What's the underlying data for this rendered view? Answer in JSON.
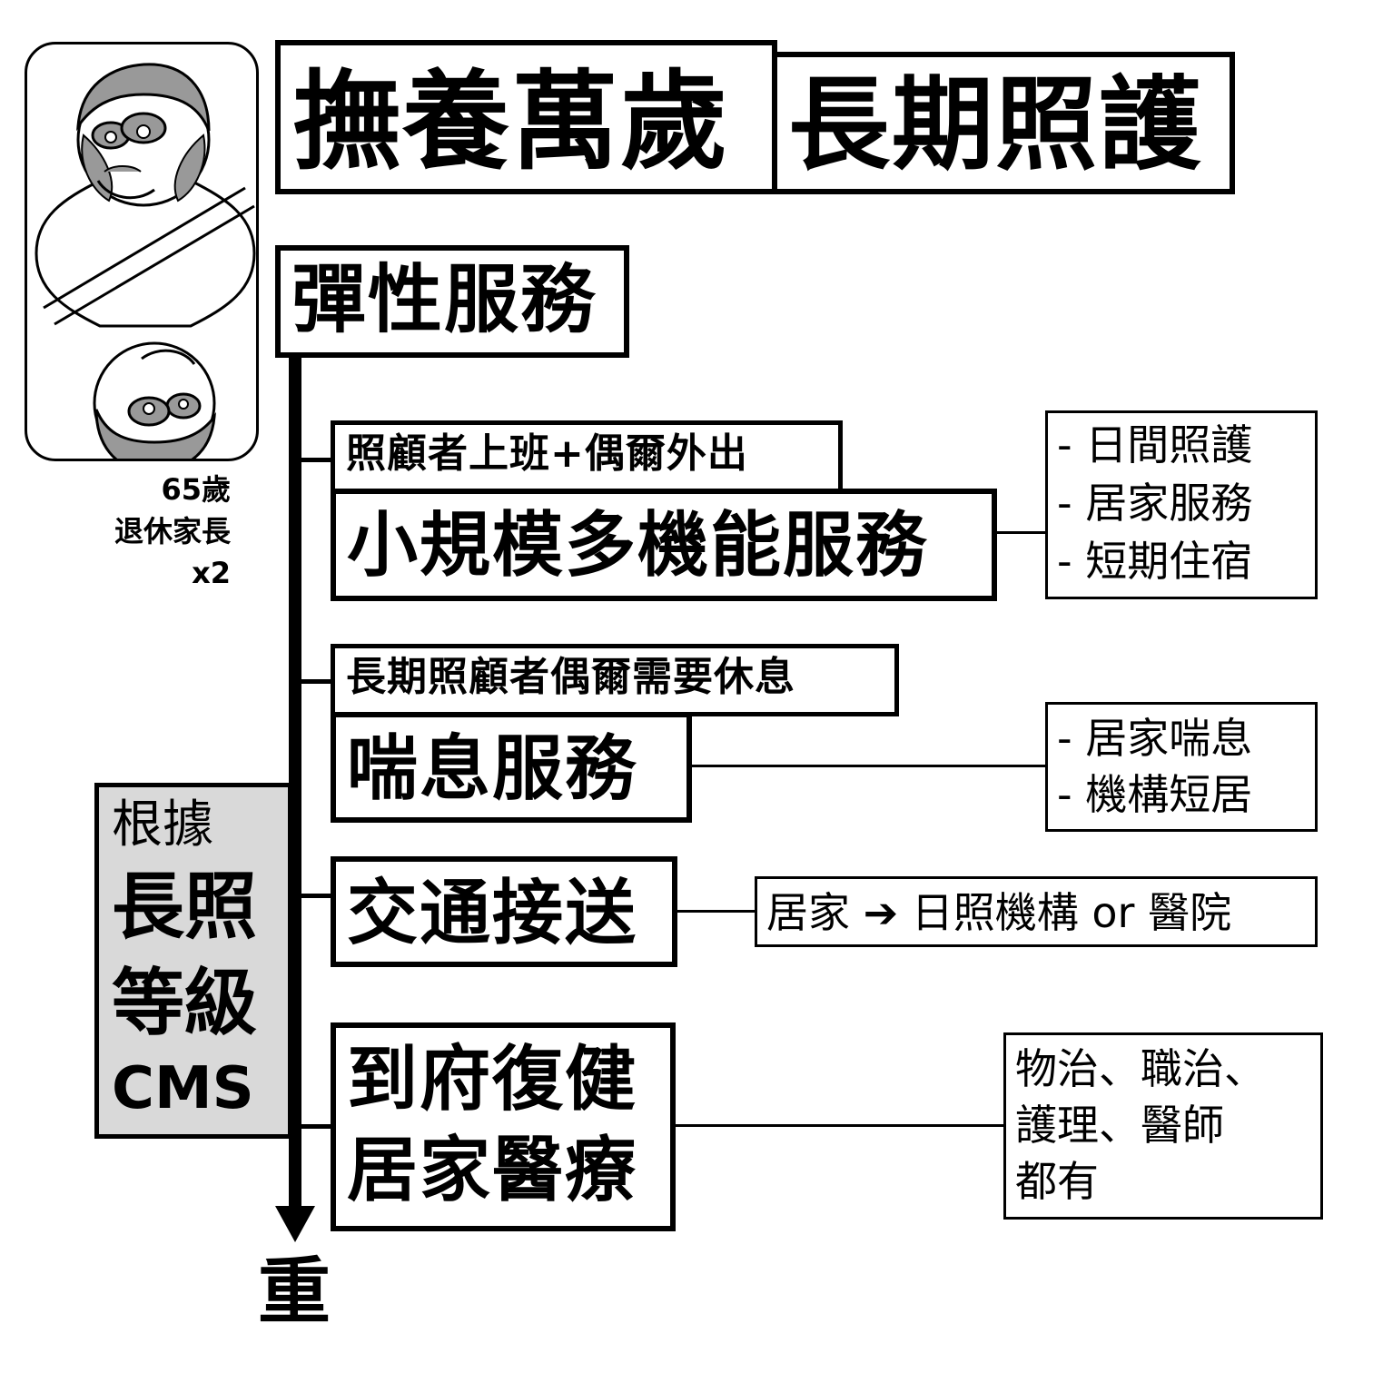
{
  "title": {
    "left": "撫養萬歲",
    "right": "長期照護"
  },
  "character": {
    "age": "65歲",
    "role": "退休家長",
    "count": "x2"
  },
  "flexible_services": "彈性服務",
  "axis_end_label": "重",
  "grading": {
    "basis": "根據",
    "line1": "長照",
    "line2": "等級",
    "line3": "CMS"
  },
  "services": [
    {
      "condition": "照顧者上班+偶爾外出",
      "name": "小規模多機能服務",
      "details": [
        "- 日間照護",
        "- 居家服務",
        "- 短期住宿"
      ]
    },
    {
      "condition": "長期照顧者偶爾需要休息",
      "name": "喘息服務",
      "details": [
        "- 居家喘息",
        "- 機構短居"
      ]
    },
    {
      "name": "交通接送",
      "details": [
        "居家 ➔ 日照機構 or 醫院"
      ]
    },
    {
      "name_line1": "到府復健",
      "name_line2": "居家醫療",
      "details": [
        "物治、職治、",
        "護理、醫師",
        "都有"
      ]
    }
  ]
}
